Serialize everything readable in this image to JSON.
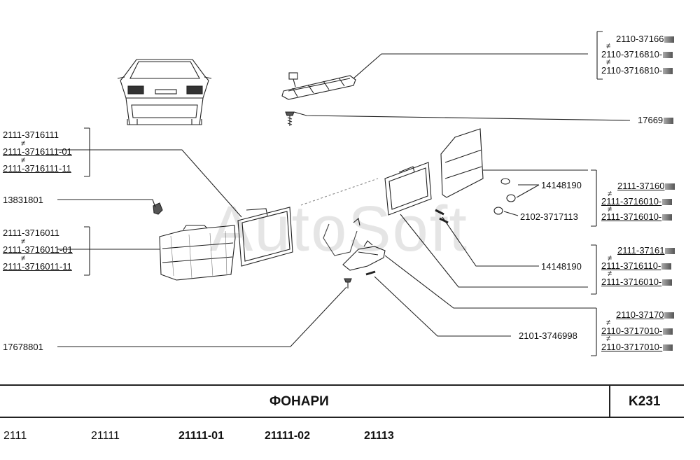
{
  "watermark": "AutoSoft",
  "title": "ФОНАРИ",
  "sheet_code": "K231",
  "models": [
    "2111",
    "21111",
    "21111-01",
    "21111-02",
    "21113"
  ],
  "parts": {
    "high_stop": [
      "2110-37166",
      "2110-3716810-",
      "2110-3716810-"
    ],
    "screw_top": "17669",
    "inner_lamp_left": [
      "2111-3716111",
      "2111-3716111-01",
      "2111-3716111-11"
    ],
    "clip": "13831801",
    "outer_lamp_left": [
      "2111-3716011",
      "2111-3716011-01",
      "2111-3716011-11"
    ],
    "screw_bottom": "17678801",
    "bulb_1": "14148190",
    "bulb_2": "2102-3717113",
    "outer_lamp_right": [
      "2111-37160",
      "2111-3716010-",
      "2111-3716010-"
    ],
    "bulb_3": "14148190",
    "inner_lamp_right": [
      "2111-37161",
      "2111-3716110-",
      "2111-3716010-"
    ],
    "bulb_4": "2101-3746998",
    "plate_lamp": [
      "2110-37170",
      "2110-3717010-",
      "2110-3717010-"
    ]
  }
}
